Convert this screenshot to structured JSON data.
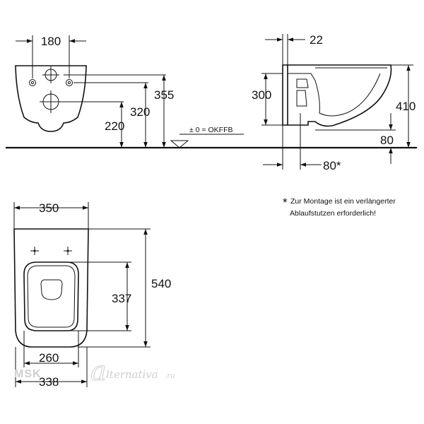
{
  "dimensions": {
    "front_width": "180",
    "height_355": "355",
    "height_320": "320",
    "height_220": "220",
    "reference": "± 0 = OKFFB",
    "side_22": "22",
    "side_300": "300",
    "side_410": "410",
    "side_80": "80",
    "side_80_star": "80*",
    "top_width": "350",
    "top_length": "540",
    "top_337": "337",
    "top_260": "260",
    "top_338": "338"
  },
  "note": {
    "asterisk": "*",
    "line1": "Zur Montage ist ein verlängerter",
    "line2": "Ablaufstutzen erforderlich!"
  },
  "watermark": {
    "prefix": "MSK",
    "letter": "a",
    "suffix": "lternativa",
    "tld": ".ru"
  }
}
